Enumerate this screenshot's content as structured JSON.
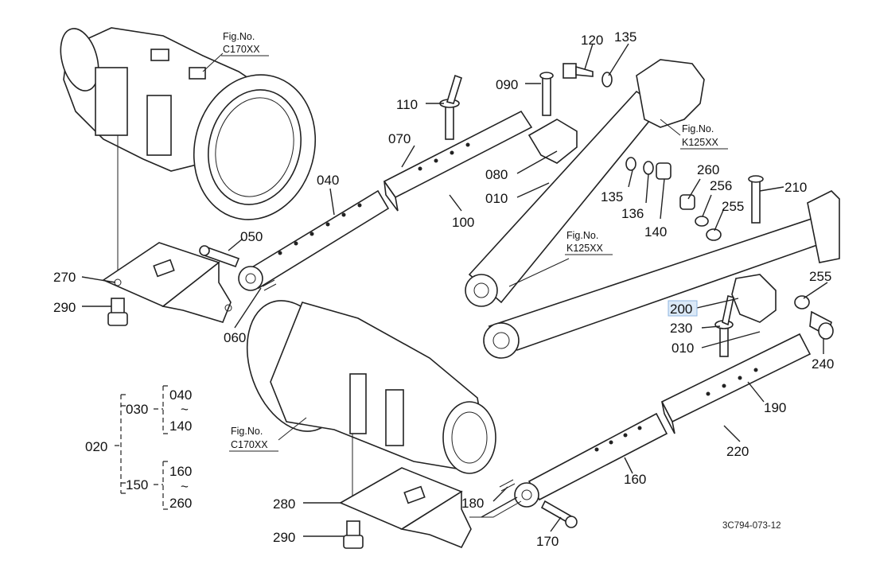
{
  "diagram": {
    "drawing_code": "3C794-073-12",
    "highlighted_part": "200",
    "fig_refs": [
      {
        "fig": "Fig.No.",
        "code": "C170XX"
      },
      {
        "fig": "Fig.No.",
        "code": "K125XX"
      },
      {
        "fig": "Fig.No.",
        "code": "K125XX"
      },
      {
        "fig": "Fig.No.",
        "code": "C170XX"
      }
    ],
    "part_labels": {
      "p120": "120",
      "p135a": "135",
      "p090": "090",
      "p110": "110",
      "p070": "070",
      "p080": "080",
      "p010a": "010",
      "p100": "100",
      "p040": "040",
      "p050": "050",
      "p060": "060",
      "p270a": "270",
      "p290a": "290",
      "p135b": "135",
      "p136": "136",
      "p140": "140",
      "p260": "260",
      "p256": "256",
      "p255a": "255",
      "p210": "210",
      "p255b": "255",
      "p200": "200",
      "p230": "230",
      "p010b": "010",
      "p240": "240",
      "p190": "190",
      "p220": "220",
      "p160": "160",
      "p180": "180",
      "p170": "170",
      "p280": "280",
      "p290b": "290"
    },
    "grouping": {
      "root": "020",
      "groups": [
        {
          "code": "030",
          "from": "040",
          "tilde": "~",
          "to": "140"
        },
        {
          "code": "150",
          "from": "160",
          "tilde": "~",
          "to": "260"
        }
      ]
    }
  }
}
